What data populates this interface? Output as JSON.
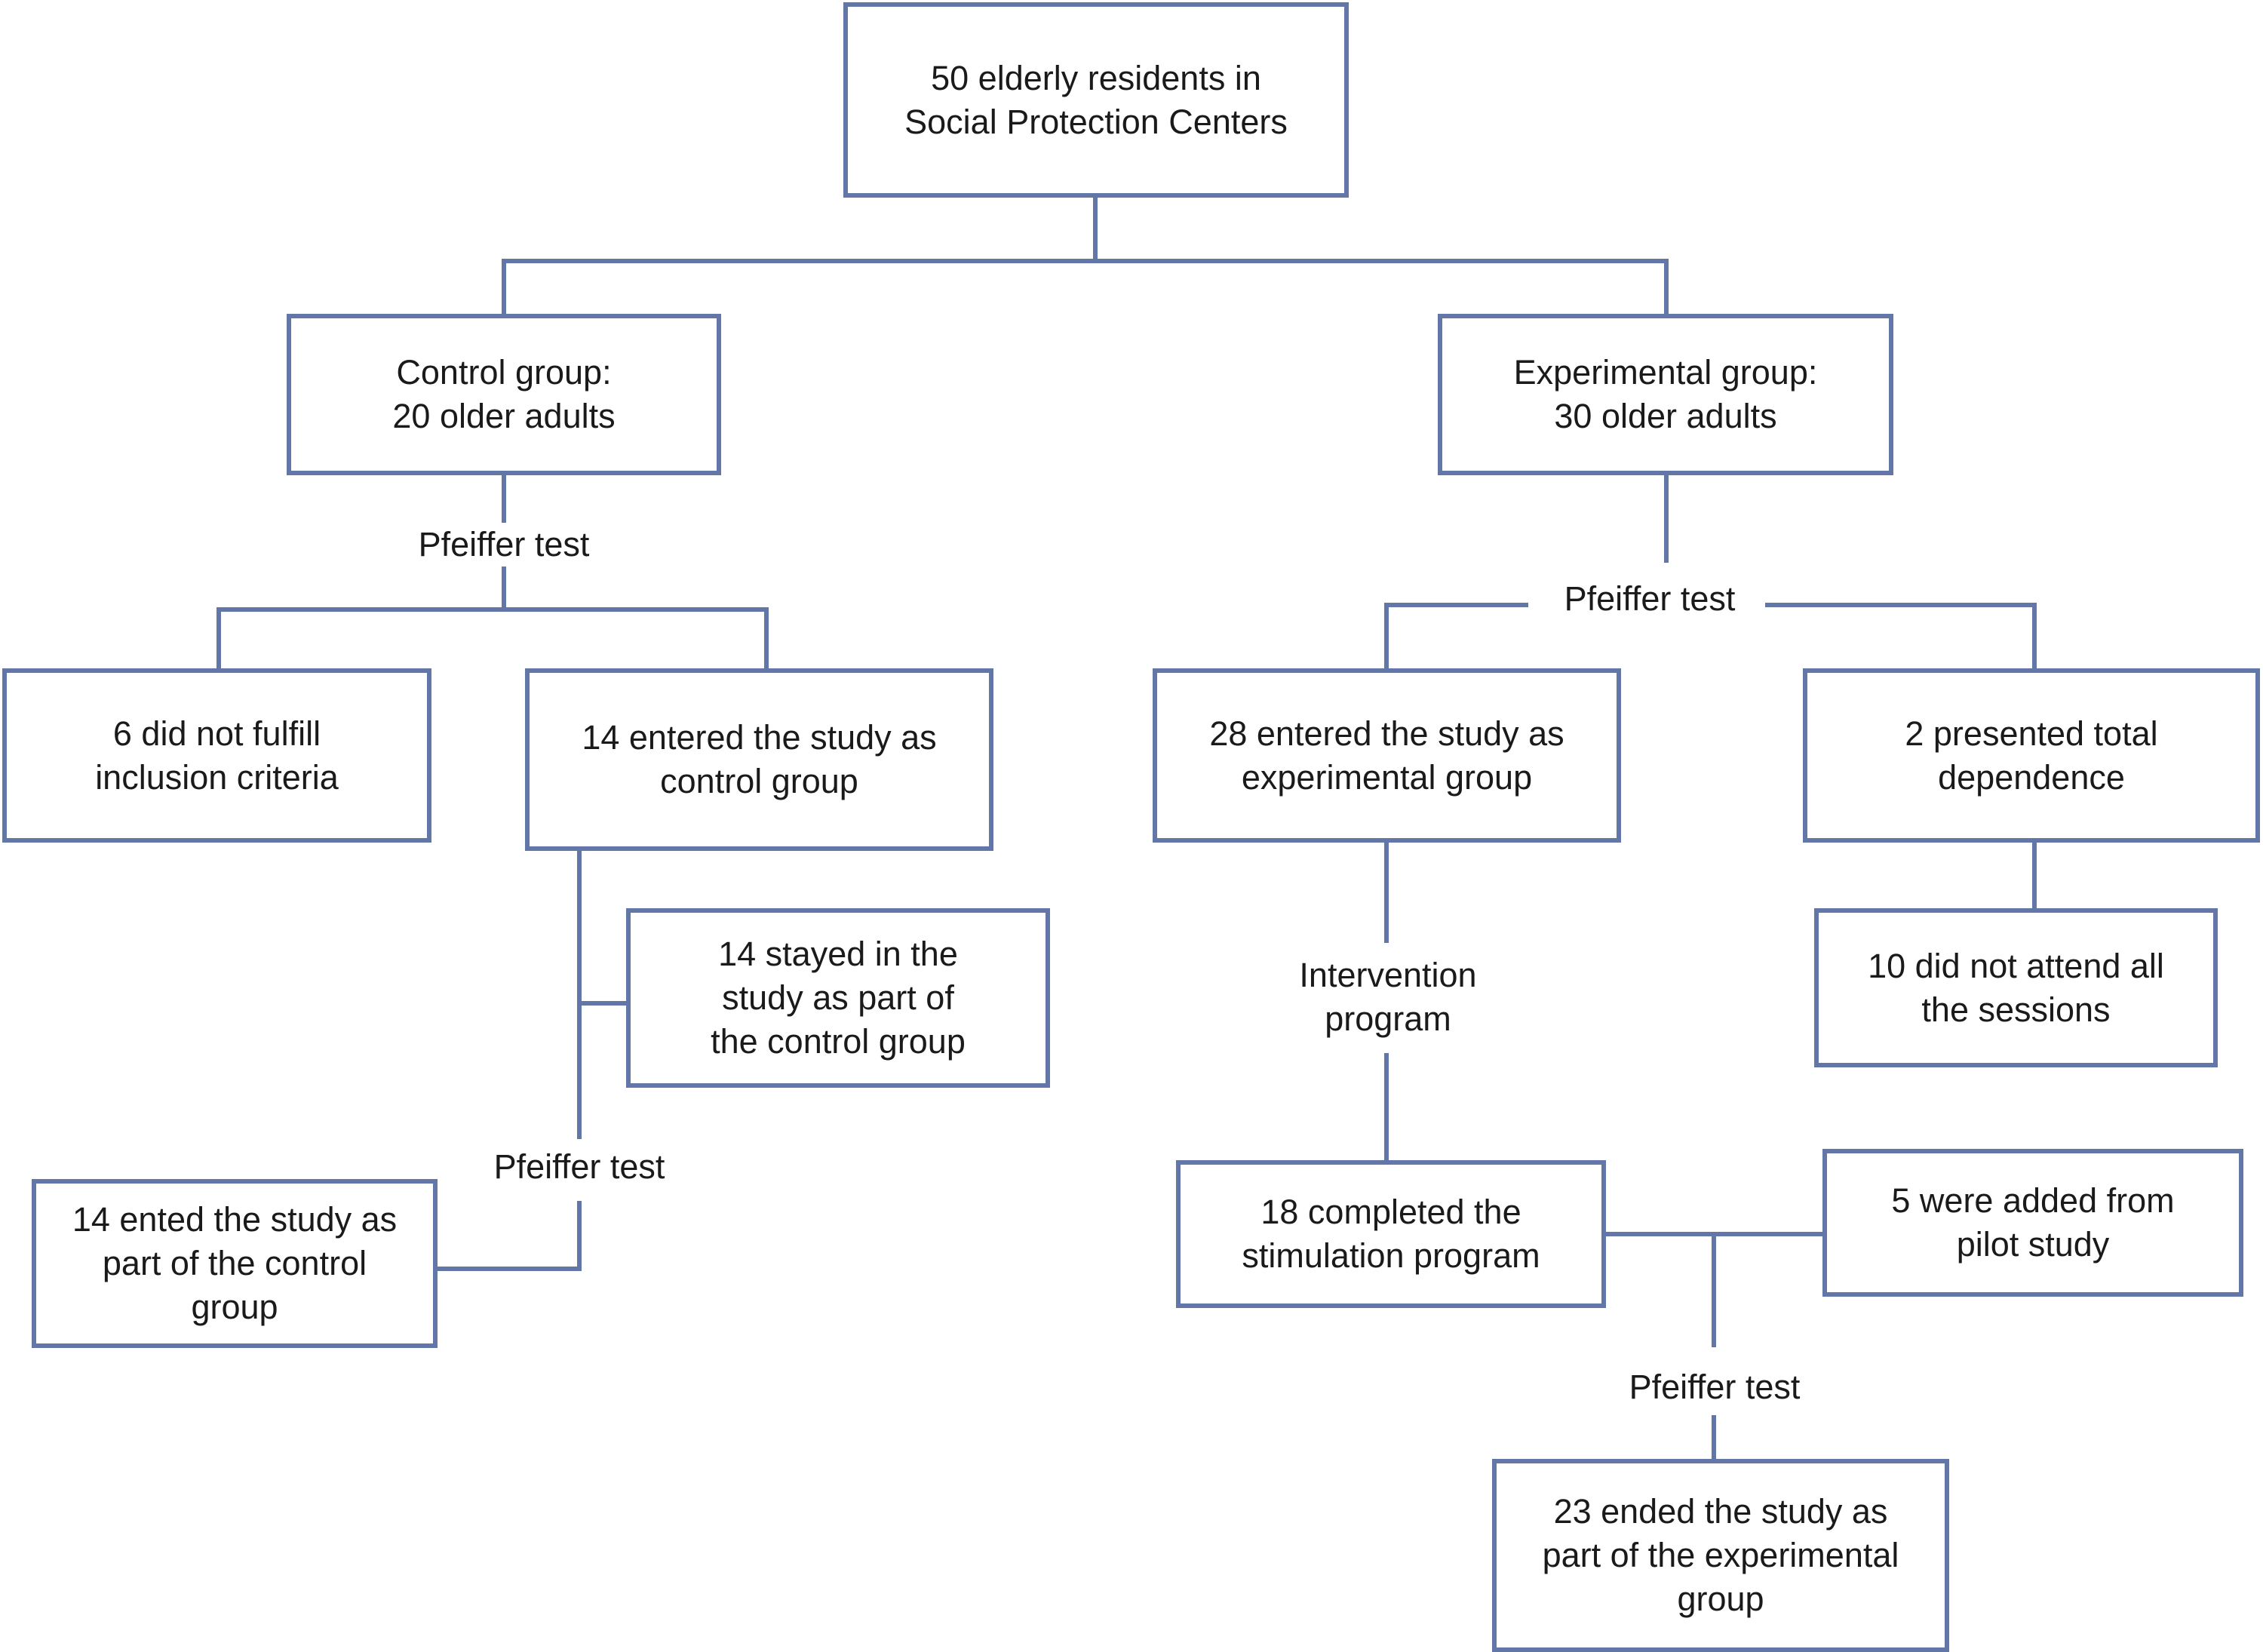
{
  "diagram": {
    "nodes": {
      "root": "50 elderly residents in\nSocial Protection Centers",
      "control_group": "Control group:\n20 older adults",
      "experimental_group": "Experimental group:\n30 older adults",
      "not_fulfill": "6 did not fulfill\ninclusion criteria",
      "entered_control": "14 entered the study as\ncontrol group",
      "stayed_control": "14 stayed in the\nstudy as part of\nthe control group",
      "ented_control": "14 ented the study as\npart of the control\ngroup",
      "entered_experimental": "28 entered the study as\nexperimental group",
      "total_dependence": "2 presented total\ndependence",
      "not_attend": "10 did not attend all\nthe sessions",
      "completed_program": "18 completed the\nstimulation program",
      "added_pilot": "5 were added from\npilot study",
      "ended_experimental": "23 ended the study as\npart of the experimental\ngroup"
    },
    "labels": {
      "pfeiffer_control": "Pfeiffer test",
      "pfeiffer_control_2": "Pfeiffer test",
      "pfeiffer_experimental": "Pfeiffer test",
      "intervention": "Intervention\nprogram",
      "pfeiffer_final": "Pfeiffer test"
    },
    "colors": {
      "box_border": "#6277a8",
      "connector": "#6277a8",
      "text": "#1a1a1a"
    }
  }
}
